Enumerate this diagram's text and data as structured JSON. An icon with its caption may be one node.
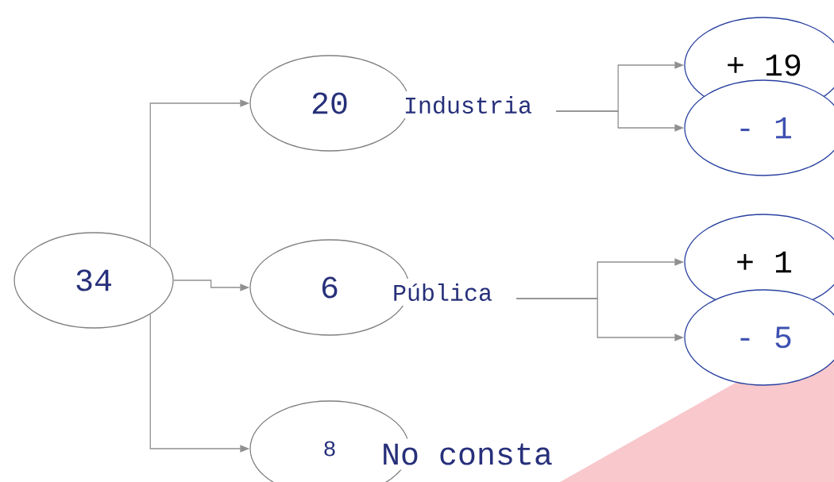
{
  "diagram": {
    "nodes": [
      {
        "text": [
          "34"
        ]
      },
      {
        "text": [
          "20"
        ]
      },
      {
        "text": [
          "Industria"
        ]
      },
      {
        "text": [
          "+ 19"
        ]
      },
      {
        "text": [
          "- 1"
        ]
      },
      {
        "text": [
          "6"
        ]
      },
      {
        "text": [
          "Pública"
        ]
      },
      {
        "text": [
          "+ 1"
        ]
      },
      {
        "text": [
          "- 5"
        ]
      },
      {
        "text": [
          "8"
        ]
      },
      {
        "text": [
          "No consta"
        ]
      }
    ],
    "edges": [
      {
        "from": 0,
        "to": 1,
        "arrow": "to"
      },
      {
        "from": 0,
        "to": 5,
        "arrow": "to"
      },
      {
        "from": 0,
        "to": 9,
        "arrow": "to"
      },
      {
        "from": 2,
        "to": 3,
        "arrow": "to"
      },
      {
        "from": 2,
        "to": 4,
        "arrow": "to"
      },
      {
        "from": 6,
        "to": 7,
        "arrow": "to"
      },
      {
        "from": 6,
        "to": 8,
        "arrow": "to"
      }
    ]
  }
}
